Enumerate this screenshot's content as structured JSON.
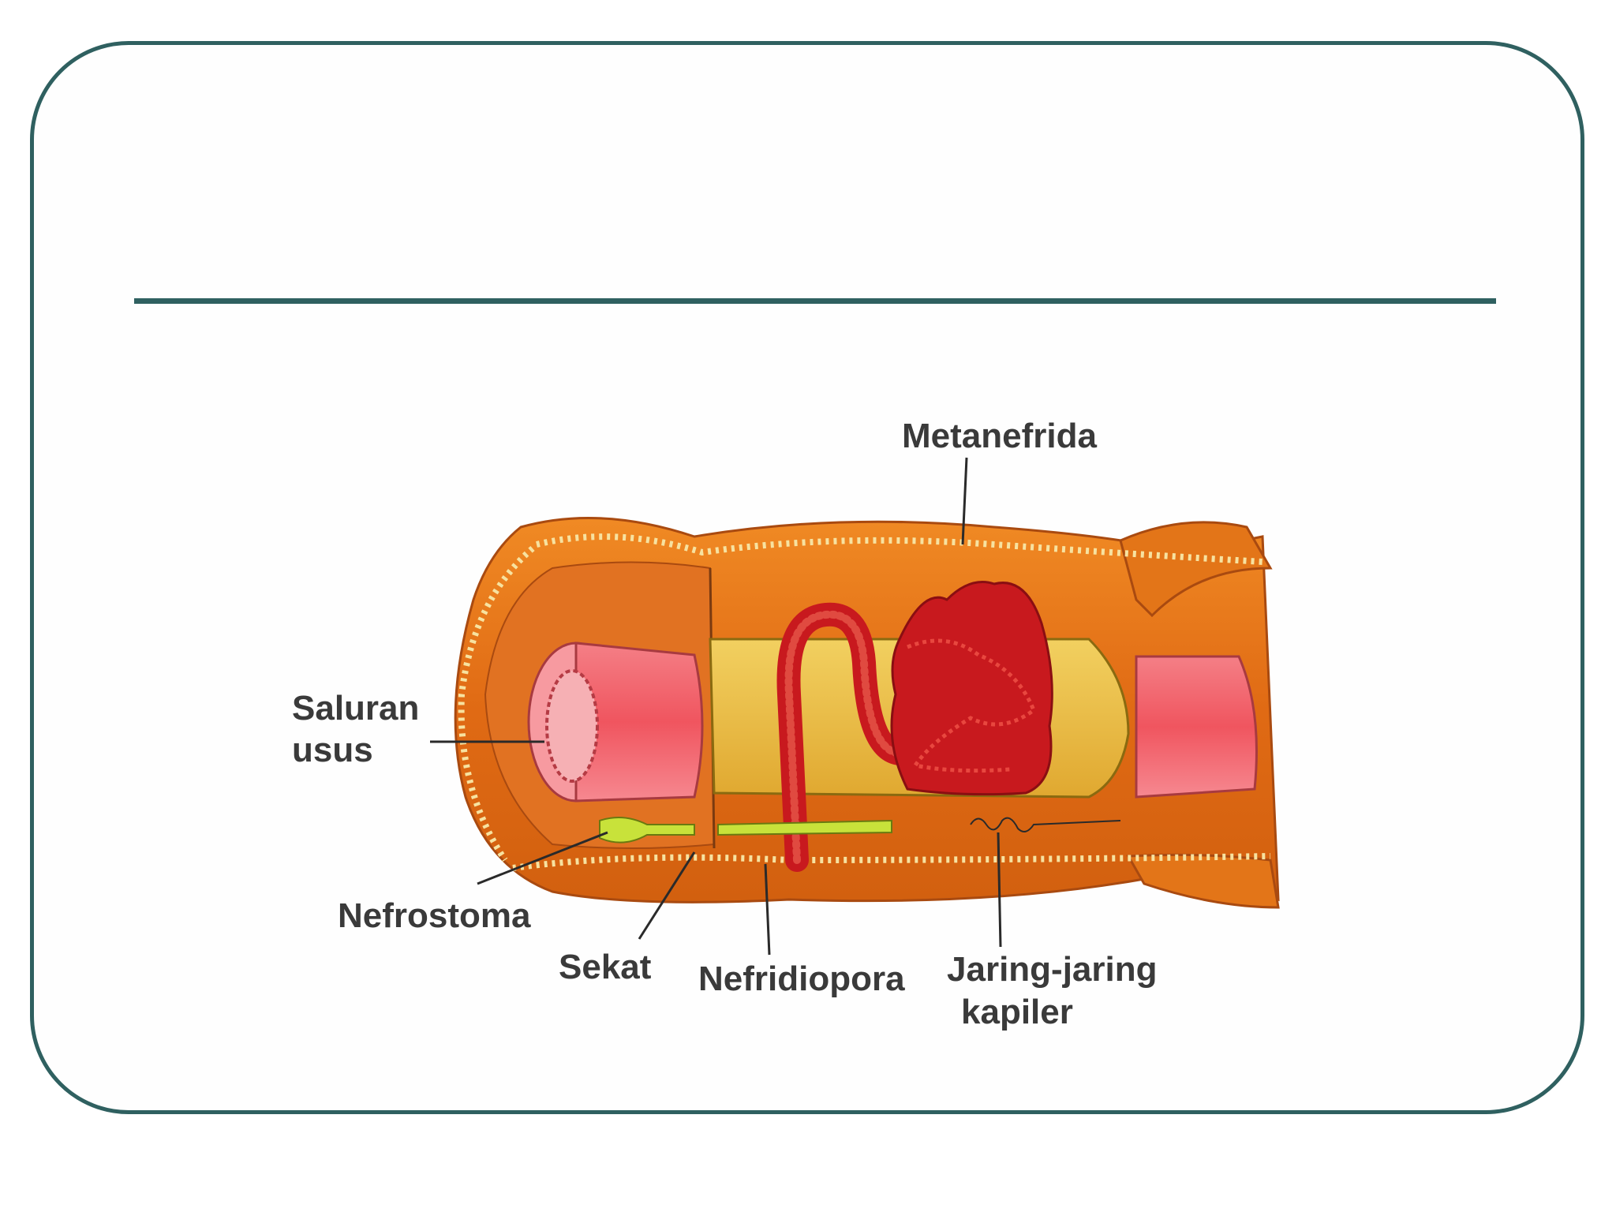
{
  "diagram": {
    "labels": {
      "metanefrida": "Metanefrida",
      "saluran_usus_line1": "Saluran",
      "saluran_usus_line2": "usus",
      "nefrostoma": "Nefrostoma",
      "sekat": "Sekat",
      "nefridiopora": "Nefridiopora",
      "jaring_line1": "Jaring-jaring",
      "jaring_line2": "kapiler"
    },
    "colors": {
      "body_wall": "#e97a1e",
      "body_inner": "#d9631a",
      "intestine": "#f0646c",
      "coelom": "#e8c23a",
      "nephridium": "#c8191e",
      "nephrostome": "#c8e23a",
      "frame": "#2f6060"
    }
  }
}
